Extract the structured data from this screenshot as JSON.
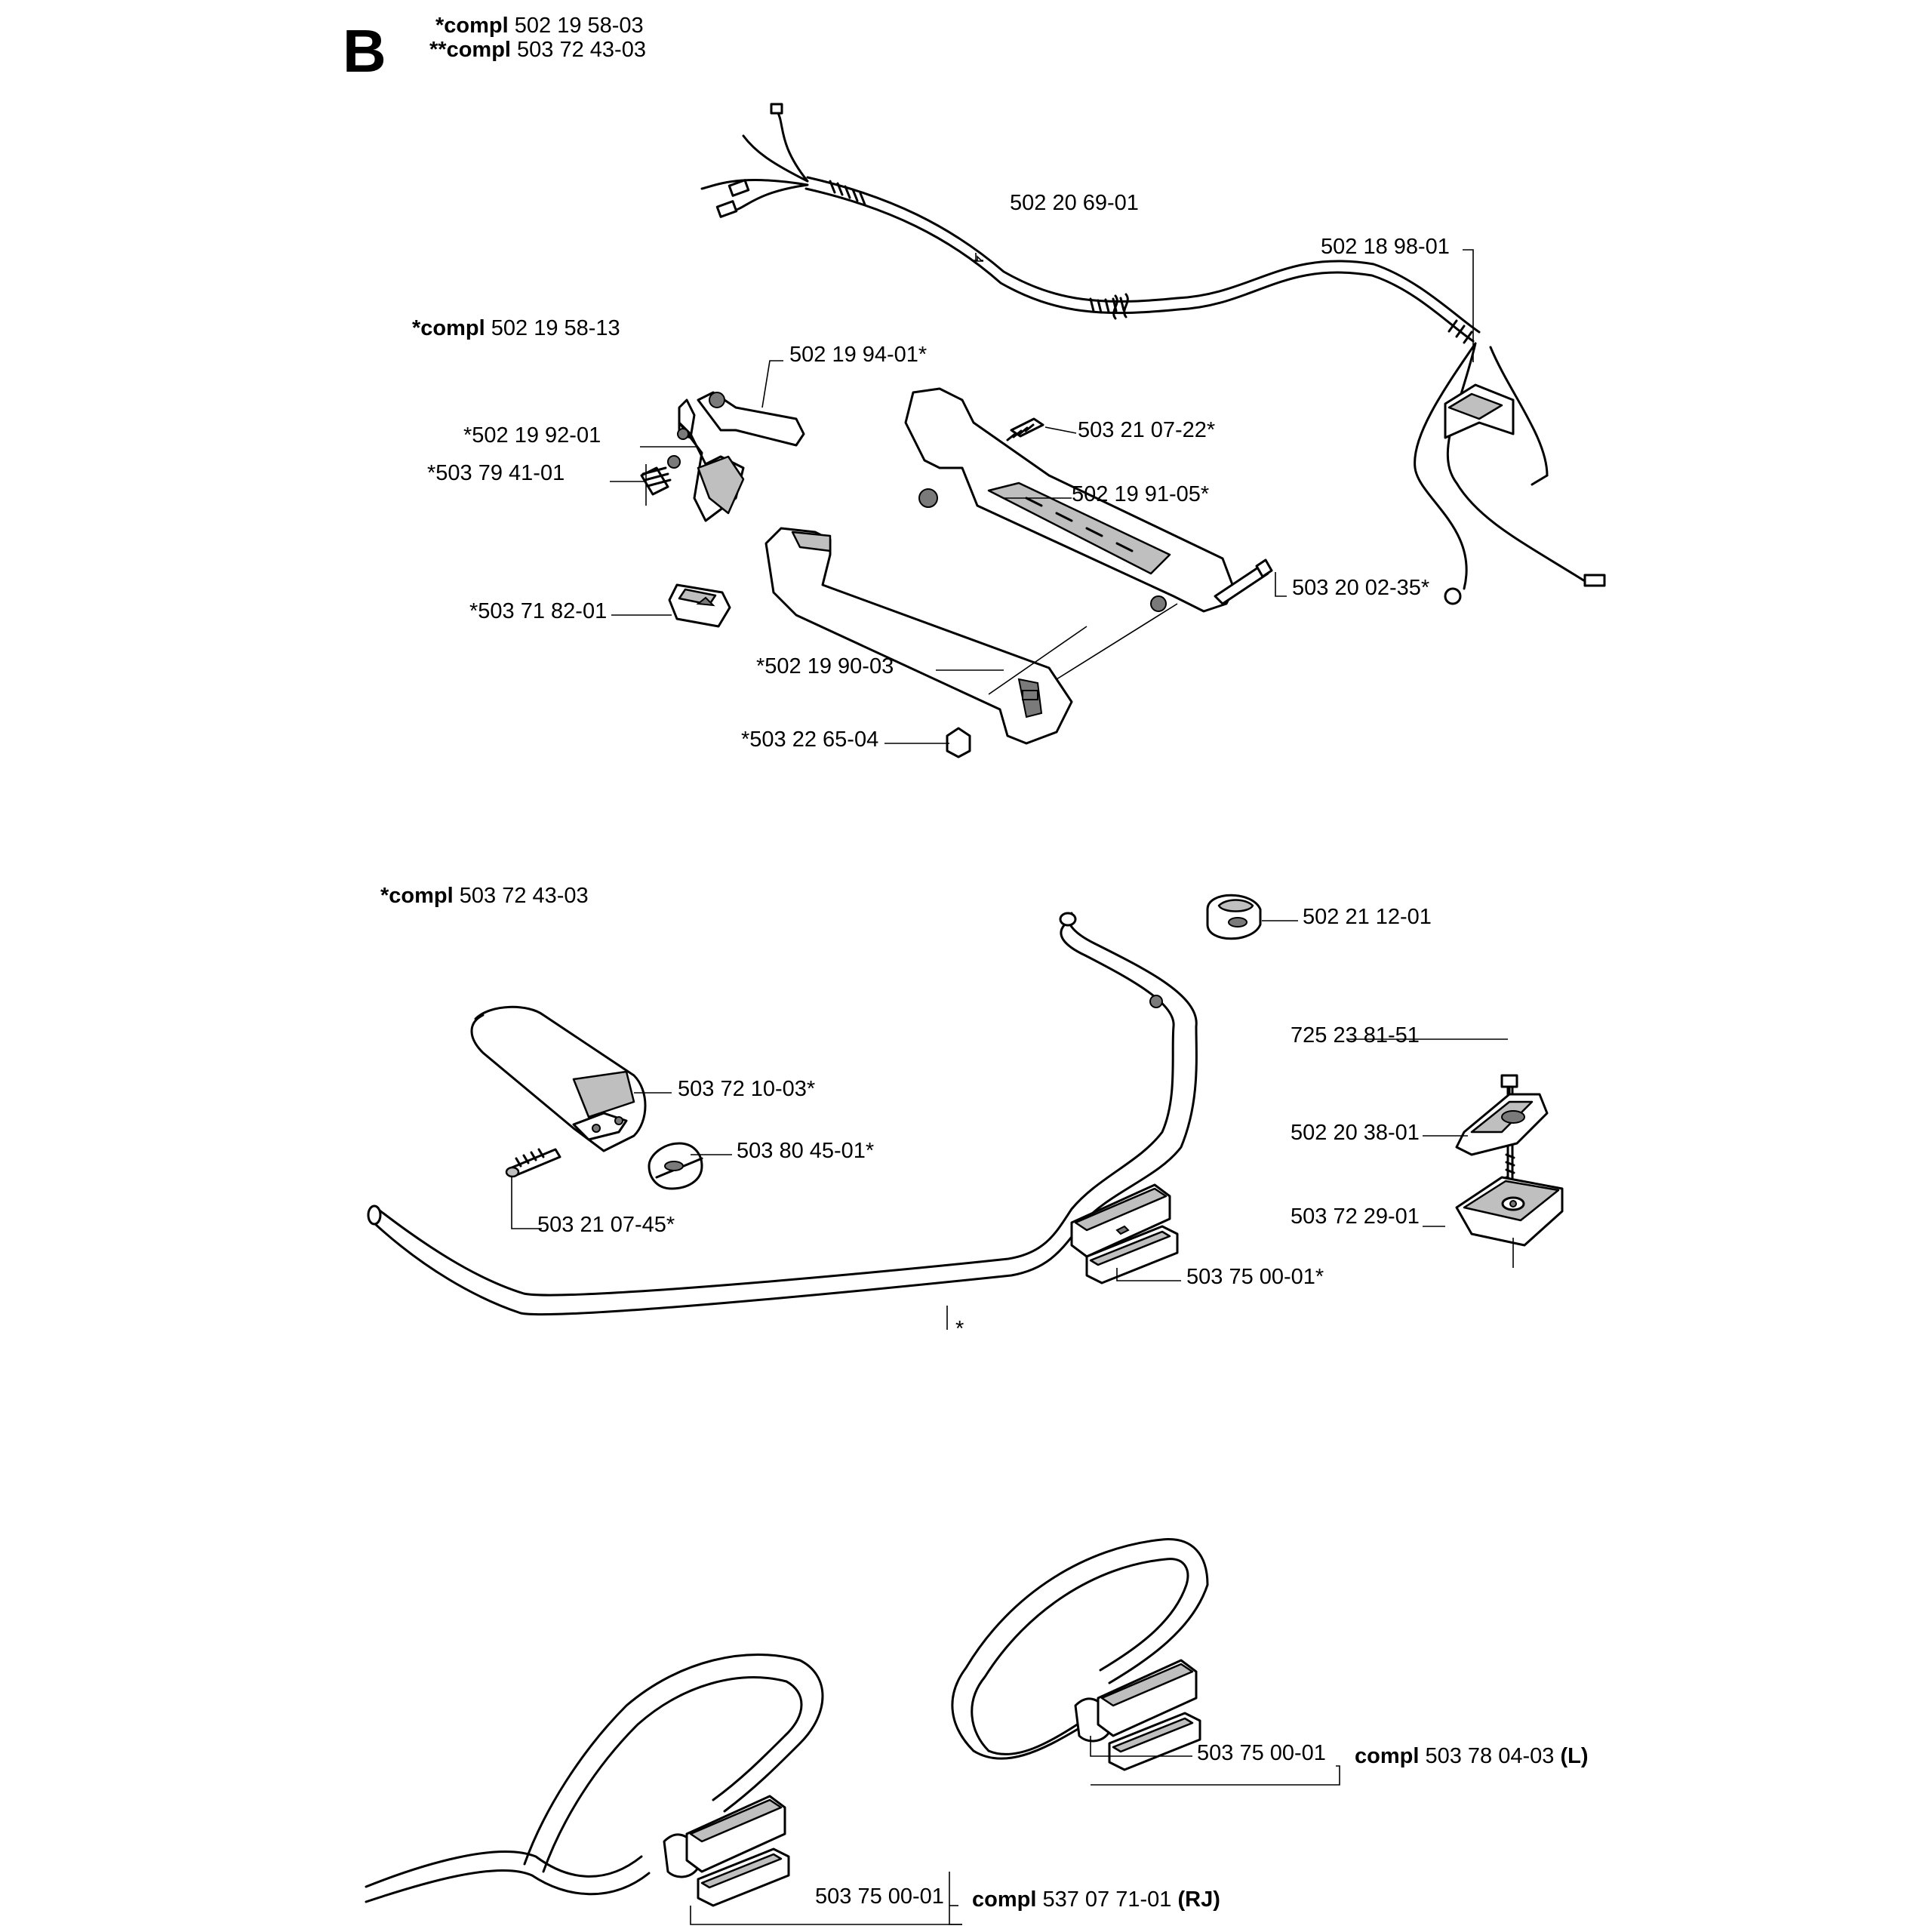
{
  "section": "B",
  "header": {
    "line1_prefix": "*compl",
    "line1_number": "502 19 58-03",
    "line2_prefix": "**compl",
    "line2_number": "503 72 43-03"
  },
  "kits": {
    "handle_kit_prefix": "*compl",
    "handle_kit_number": "502 19 58-13",
    "bar_kit_prefix": "*compl",
    "bar_kit_number": "503 72 43-03"
  },
  "parts": {
    "cable": "502 20 69-01",
    "cable_end": "502 18 98-01",
    "throttle_lever": "502 19 94-01*",
    "trigger": "*502 19 92-01",
    "spring": "*503 79 41-01",
    "screw_top": "503 21 07-22*",
    "handle_half_right": "502 19 91-05*",
    "screw_long": "503 20 02-35*",
    "stop_switch": "*503 71 82-01",
    "handle_half_left": "*502 19 90-03",
    "nut": "*503 22 65-04",
    "cable_clip": "502 21 12-01",
    "bolt": "725 23 81-51",
    "knob": "502 20 38-01",
    "clamp_top": "503 72 29-01",
    "guard": "503 72 10-03*",
    "spacer": "503 80 45-01*",
    "screw_guard": "503 21 07-45*",
    "clamp_bottom": "503 75 00-01*",
    "handlebar_mark": "*",
    "loop_clamp_l": "503 75 00-01",
    "loop_clamp_rj": "503 75 00-01"
  },
  "loop_handles": {
    "l_prefix": "compl",
    "l_number": "503 78 04-03",
    "l_suffix": "(L)",
    "rj_prefix": "compl",
    "rj_number": "537 07 71-01",
    "rj_suffix": "(RJ)"
  }
}
